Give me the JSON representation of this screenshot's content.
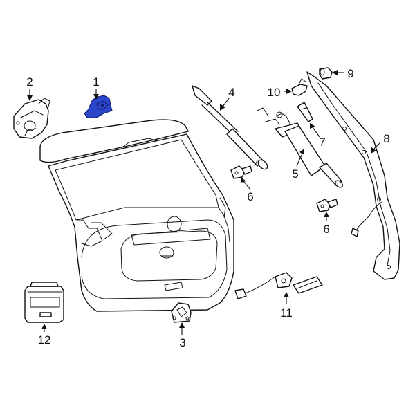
{
  "accent_color": "#2b46c8",
  "callouts": [
    {
      "id": "1",
      "label": "1"
    },
    {
      "id": "2",
      "label": "2"
    },
    {
      "id": "3",
      "label": "3"
    },
    {
      "id": "4",
      "label": "4"
    },
    {
      "id": "5",
      "label": "5"
    },
    {
      "id": "6a",
      "label": "6"
    },
    {
      "id": "6b",
      "label": "6"
    },
    {
      "id": "7",
      "label": "7"
    },
    {
      "id": "8",
      "label": "8"
    },
    {
      "id": "9",
      "label": "9"
    },
    {
      "id": "10",
      "label": "10"
    },
    {
      "id": "11",
      "label": "11"
    },
    {
      "id": "12",
      "label": "12"
    }
  ]
}
